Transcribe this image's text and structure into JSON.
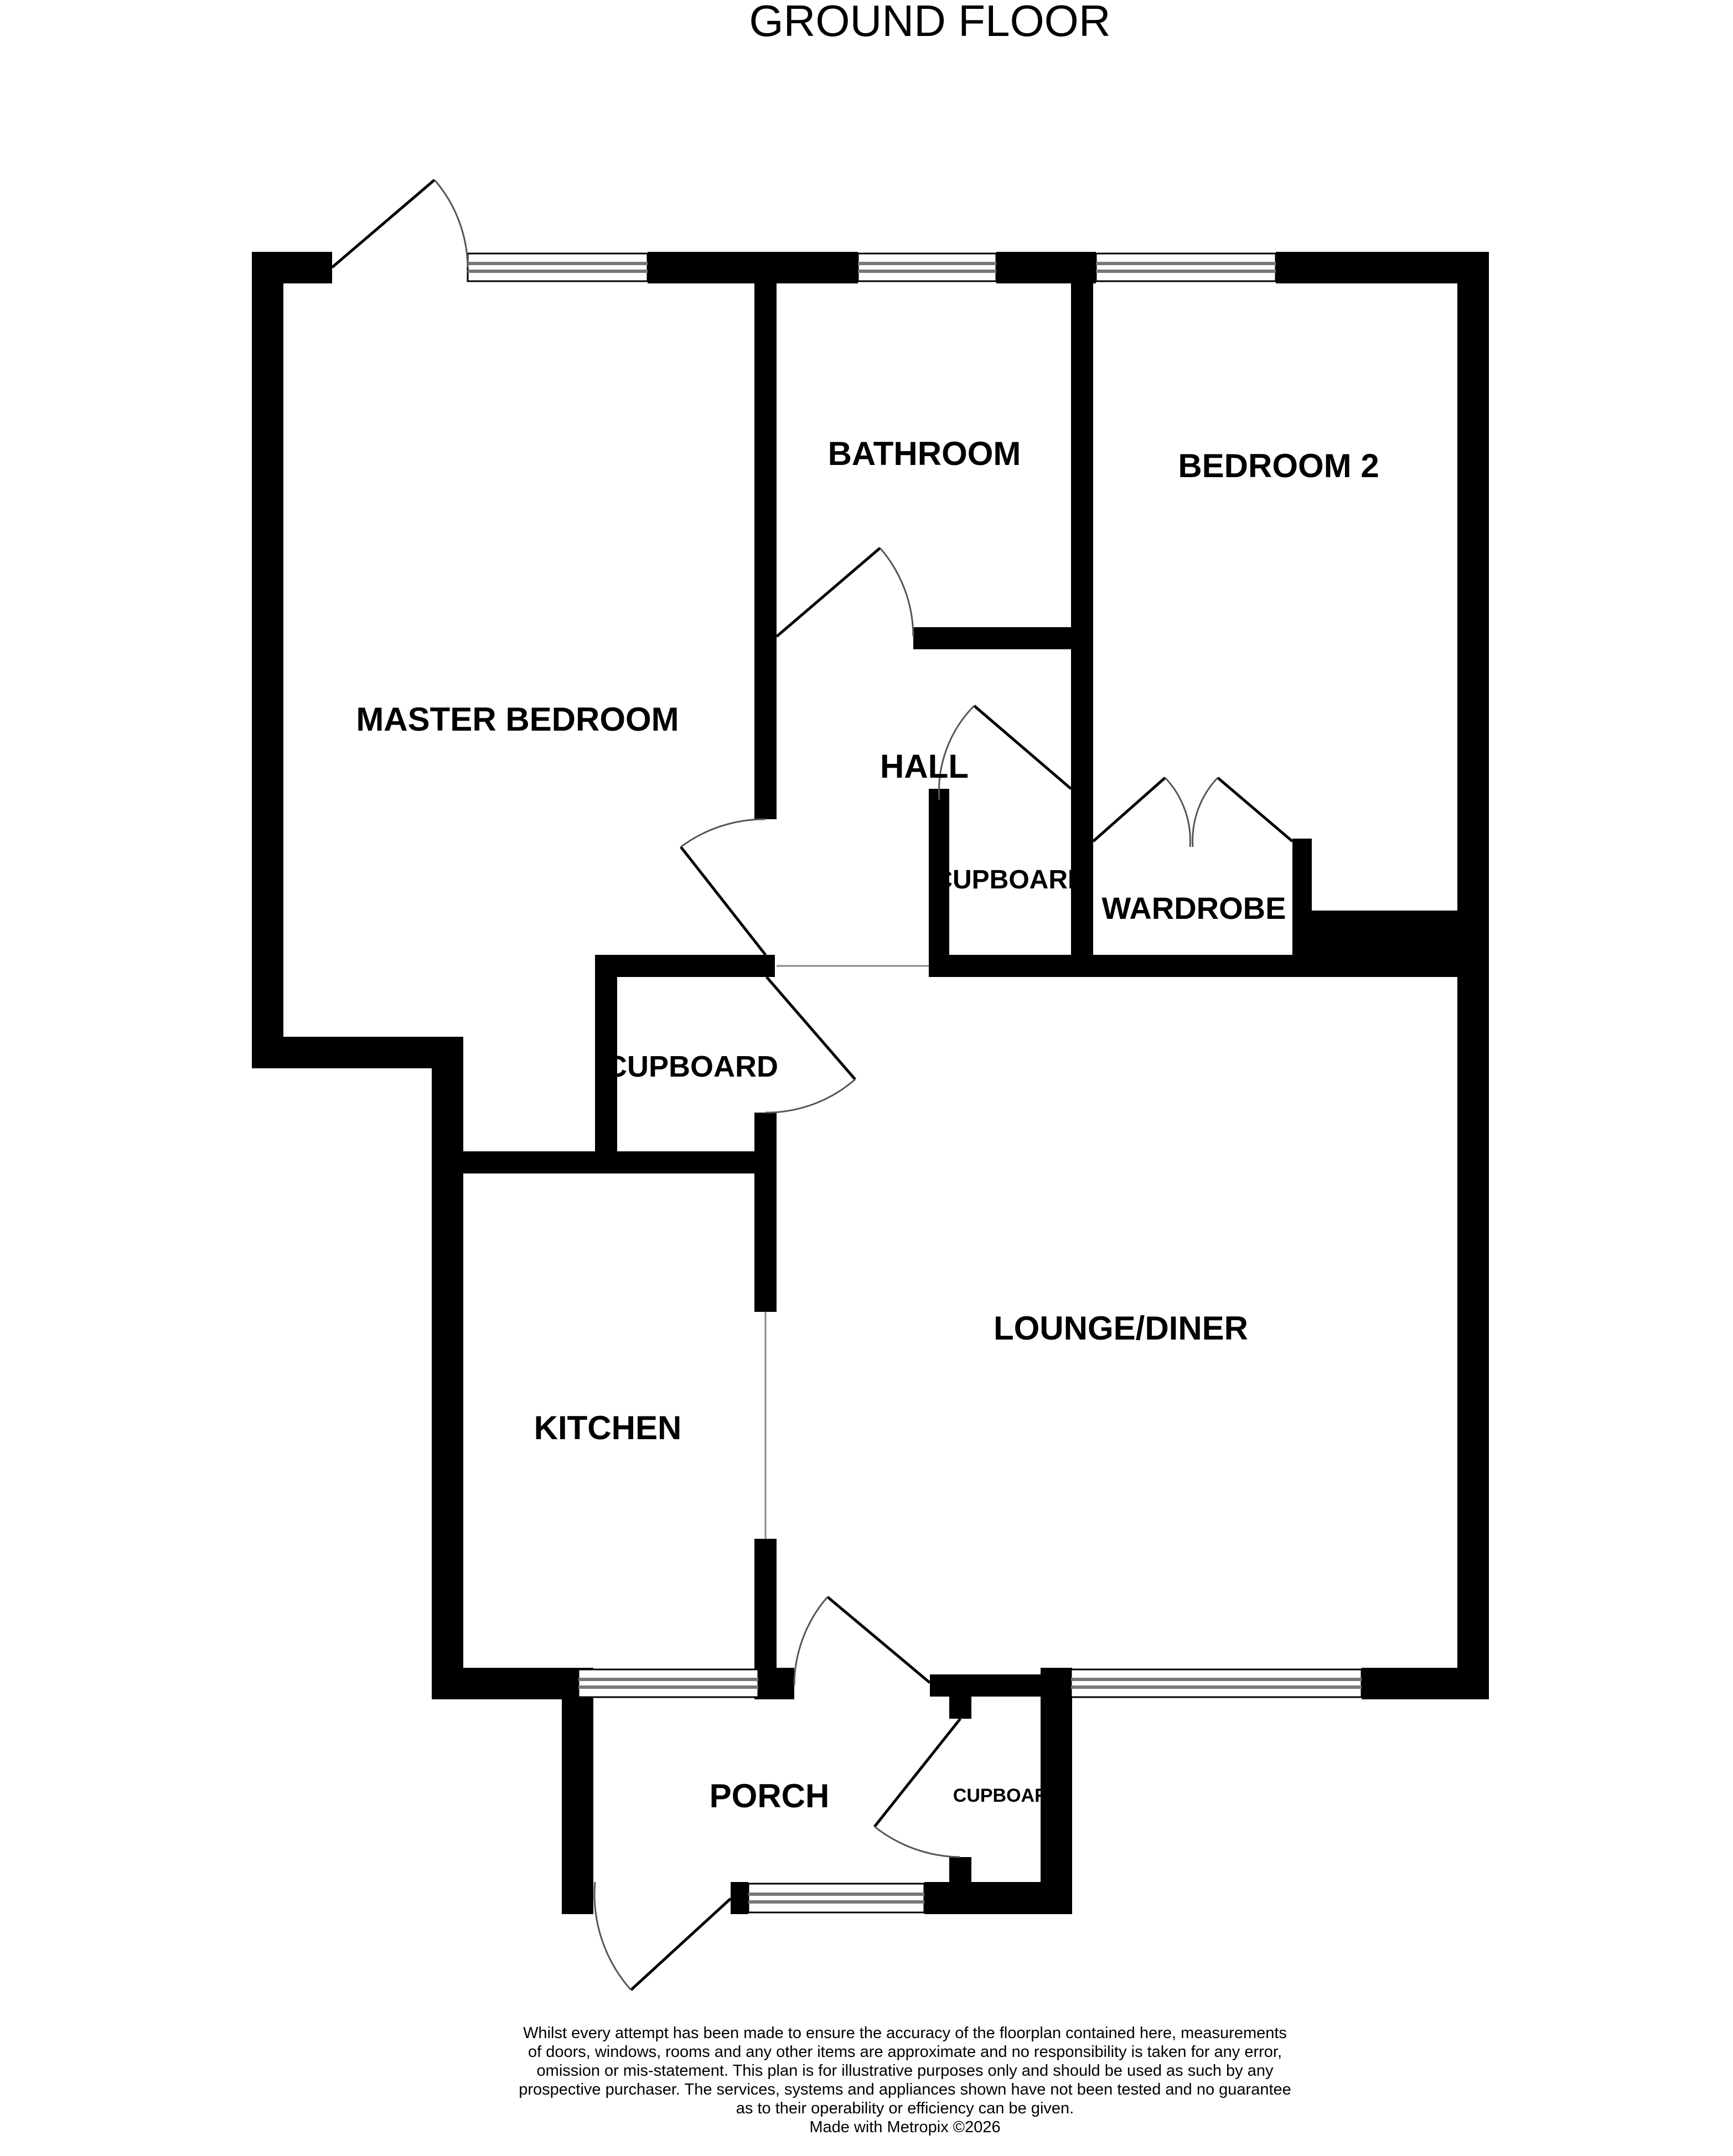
{
  "floor_title": "GROUND FLOOR",
  "rooms": {
    "master_bedroom": "MASTER BEDROOM",
    "bathroom": "BATHROOM",
    "bedroom_2": "BEDROOM 2",
    "hall": "HALL",
    "hall_cupboard": "CUPBOARD",
    "wardrobe": "WARDROBE",
    "cupboard_central": "CUPBOARD",
    "lounge_diner": "LOUNGE/DINER",
    "kitchen": "KITCHEN",
    "porch": "PORCH",
    "porch_cupboard": "CUPBOARD"
  },
  "disclaimer": [
    "Whilst every attempt has been made to ensure the accuracy of the floorplan contained here, measurements",
    "of doors, windows, rooms and any other items are approximate and no responsibility is taken for any error,",
    "omission or mis-statement. This plan is for illustrative purposes only and should be used as such by any",
    "prospective purchaser. The services, systems and appliances shown have not been tested and no guarantee",
    "as to their operability or efficiency can be given."
  ],
  "credit": "Made with Metropix ©2026",
  "colors": {
    "wall": "#000000",
    "background": "#ffffff",
    "window_frame": "#777777",
    "door_swing": "#555555"
  }
}
